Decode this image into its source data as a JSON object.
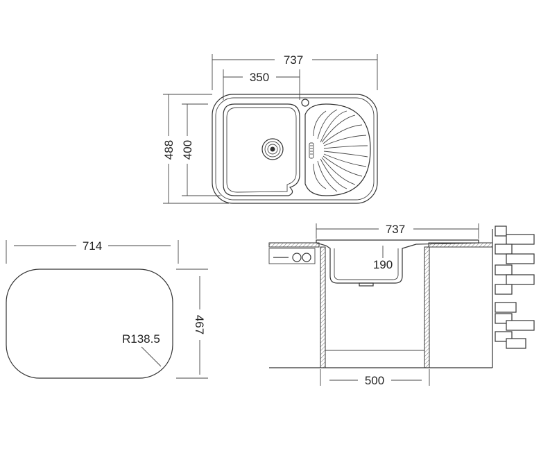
{
  "top_view": {
    "overall_width": "737",
    "bowl_width": "350",
    "overall_depth": "488",
    "bowl_depth": "400"
  },
  "cutout": {
    "width": "714",
    "depth": "467",
    "radius": "R138.5"
  },
  "section": {
    "overall_width": "737",
    "bowl_height": "190",
    "cabinet_width": "500"
  },
  "colors": {
    "line": "#333333",
    "brick_fill": "#ffffff",
    "cabinet_hatch": "#888888"
  }
}
